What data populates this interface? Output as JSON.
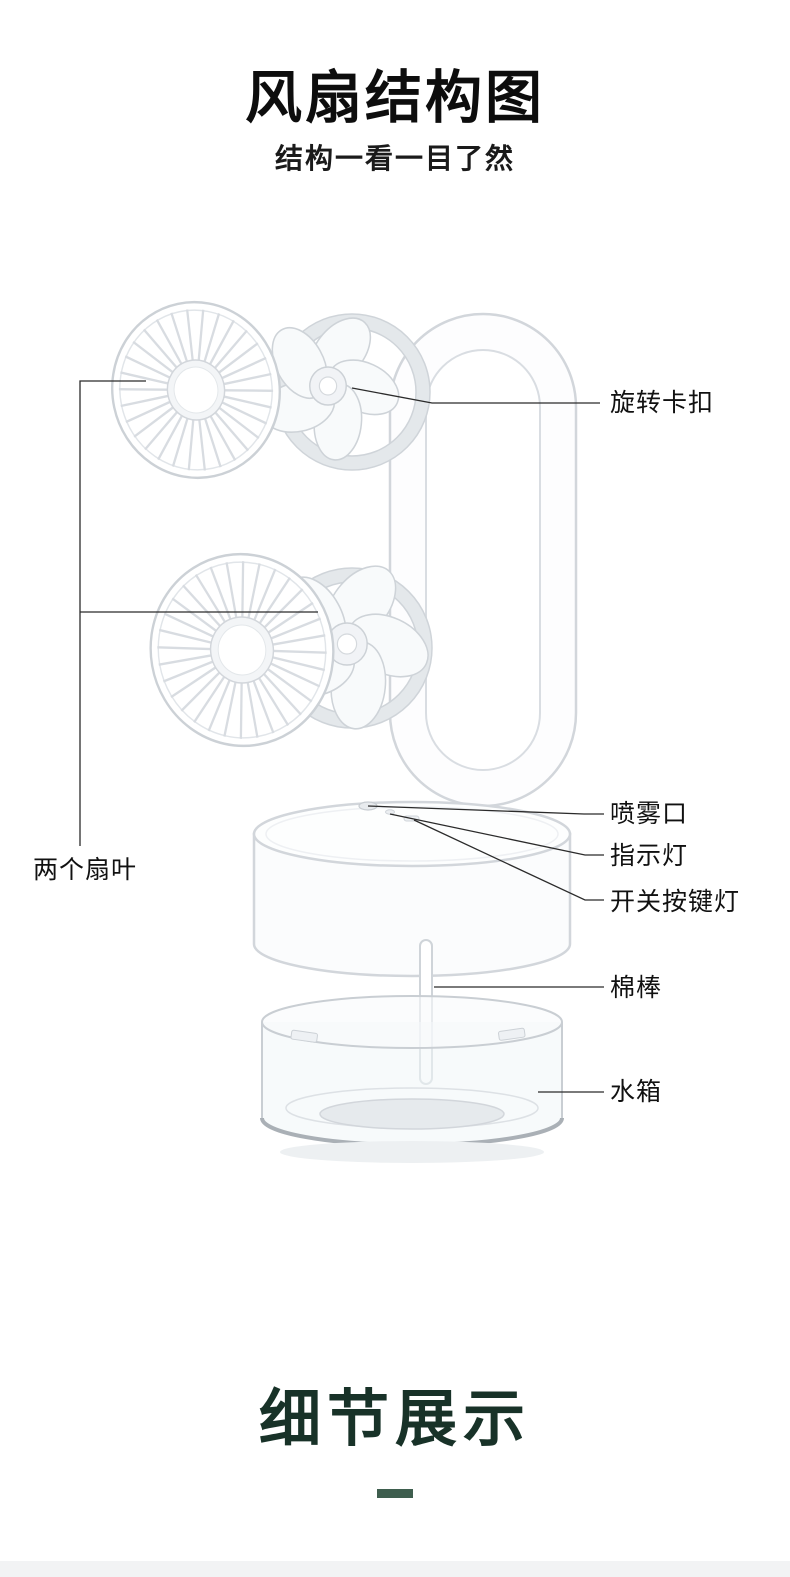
{
  "page": {
    "title": "风扇结构图",
    "subtitle": "结构一看一目了然"
  },
  "callouts": {
    "rotating_clasp": "旋转卡扣",
    "two_fan_blades": "两个扇叶",
    "spray_port": "喷雾口",
    "indicator_light": "指示灯",
    "switch_button_light": "开关按键灯",
    "cotton_stick": "棉棒",
    "water_tank": "水箱"
  },
  "details_section": {
    "title": "细节展示"
  },
  "colors": {
    "title_text": "#0d0d0d",
    "details_title_green": "#183228",
    "accent_bar_green": "#3e5e4e",
    "leader_line": "#2b2b2b",
    "product_outline": "#ccd1d6"
  }
}
